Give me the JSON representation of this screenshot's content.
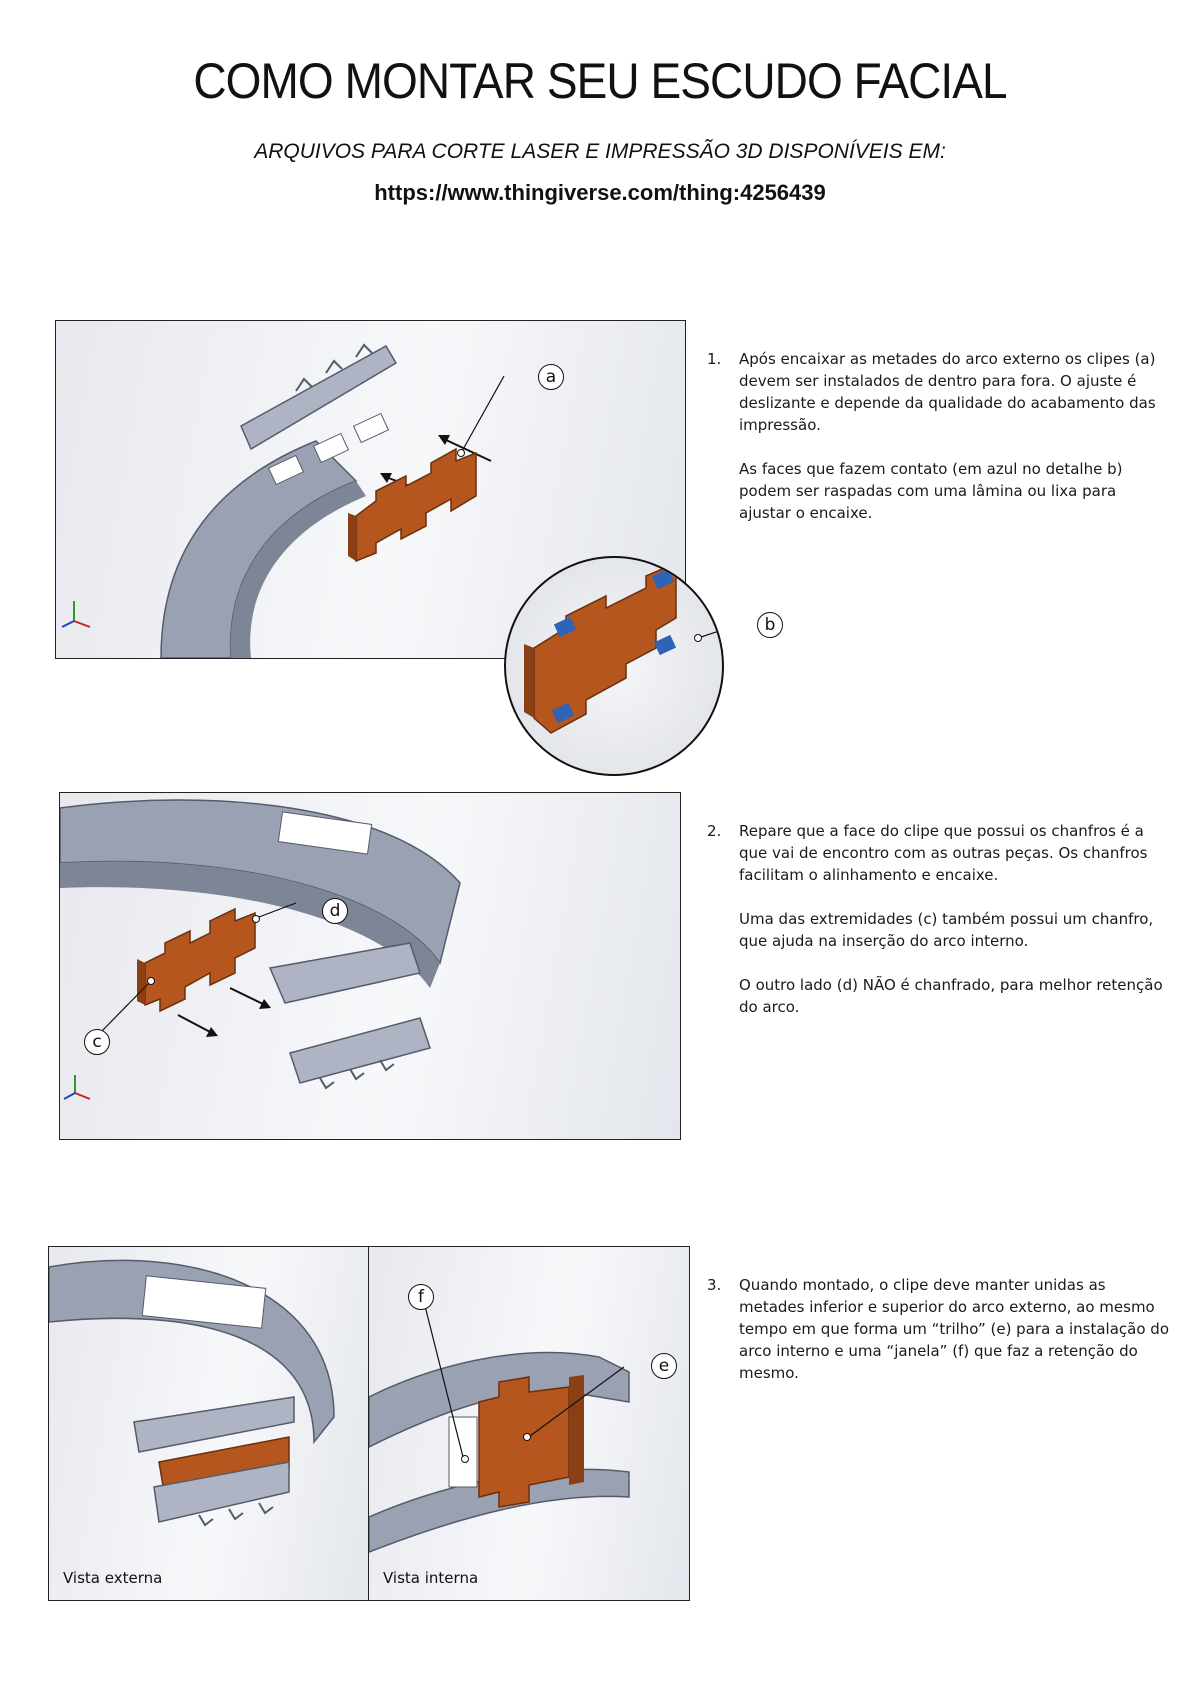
{
  "header": {
    "title": "COMO MONTAR SEU ESCUDO FACIAL",
    "subtitle": "ARQUIVOS PARA CORTE LASER E IMPRESSÃO 3D DISPONÍVEIS EM:",
    "url": "https://www.thingiverse.com/thing:4256439"
  },
  "steps": [
    {
      "number": "1.",
      "paragraphs": [
        "Após encaixar as metades do arco externo os clipes (a) devem ser instalados de dentro para fora. O ajuste é deslizante e depende da qualidade do acabamento das impressão.",
        "As faces que fazem contato (em azul no detalhe b) podem ser raspadas com uma lâmina ou lixa para ajustar o encaixe."
      ]
    },
    {
      "number": "2.",
      "paragraphs": [
        "Repare que a face do clipe que possui os chanfros é a que vai de encontro com as outras peças. Os chanfros facilitam o alinhamento e encaixe.",
        "Uma das extremidades (c) também possui um chanfro, que ajuda na inserção do arco interno.",
        "O outro lado (d) NÃO é chanfrado, para melhor retenção do arco."
      ]
    },
    {
      "number": "3.",
      "paragraphs": [
        "Quando montado, o clipe deve manter unidas as metades inferior e superior do arco externo, ao mesmo tempo em que forma um “trilho” (e) para a instalação do arco interno e uma “janela” (f) que faz a retenção do mesmo."
      ]
    }
  ],
  "callouts": {
    "a": "a",
    "b": "b",
    "c": "c",
    "d": "d",
    "e": "e",
    "f": "f"
  },
  "captions": {
    "external": "Vista externa",
    "internal": "Vista interna"
  },
  "colors": {
    "clip": "#b5561e",
    "arc": "#9aa1b2",
    "contact": "#2e63b8"
  }
}
